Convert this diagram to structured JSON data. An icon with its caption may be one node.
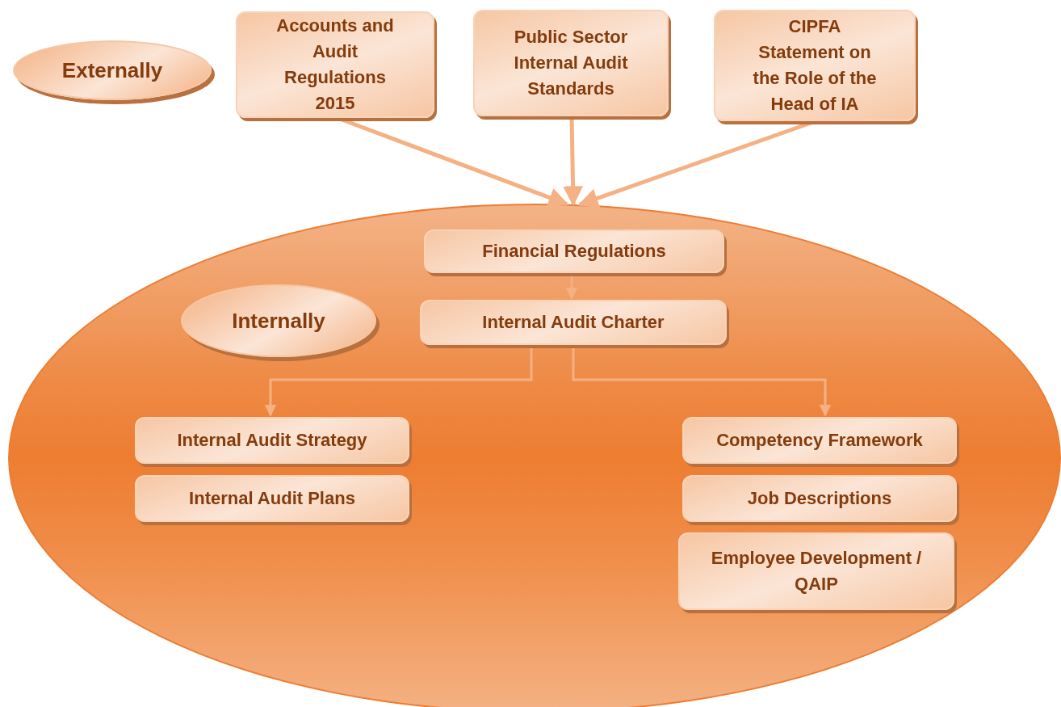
{
  "diagram": {
    "nodes": [
      {
        "text": [
          "Externally"
        ]
      },
      {
        "text": [
          "Accounts and Audit Regulations 2015"
        ]
      },
      {
        "text": [
          "Public Sector Internal Audit Standards"
        ]
      },
      {
        "text": [
          "CIPFA Statement on the Role of the Head of IA"
        ]
      },
      {
        "text": [],
        "shape": "ellipse"
      },
      {
        "text": [
          "Internally"
        ],
        "in": 4
      },
      {
        "text": [
          "Financial Regulations"
        ],
        "in": 4
      },
      {
        "text": [
          "Internal Audit Charter"
        ],
        "in": 4
      },
      {
        "text": [
          "Internal Audit Strategy"
        ],
        "in": 4
      },
      {
        "text": [
          "Internal Audit Plans"
        ],
        "in": 4
      },
      {
        "text": [
          "Competency Framework"
        ],
        "in": 4
      },
      {
        "text": [
          "Job Descriptions"
        ],
        "in": 4
      },
      {
        "text": [
          "Employee Development / QAIP"
        ],
        "in": 4
      }
    ],
    "edges": [
      {
        "from": 1,
        "to": 4,
        "arrow": "to"
      },
      {
        "from": 2,
        "to": 4,
        "arrow": "to"
      },
      {
        "from": 3,
        "to": 4,
        "arrow": "to"
      },
      {
        "from": 6,
        "to": 7,
        "arrow": "to"
      },
      {
        "from": 7,
        "to": 8,
        "arrow": "to"
      },
      {
        "from": 7,
        "to": 10,
        "arrow": "to"
      }
    ]
  }
}
